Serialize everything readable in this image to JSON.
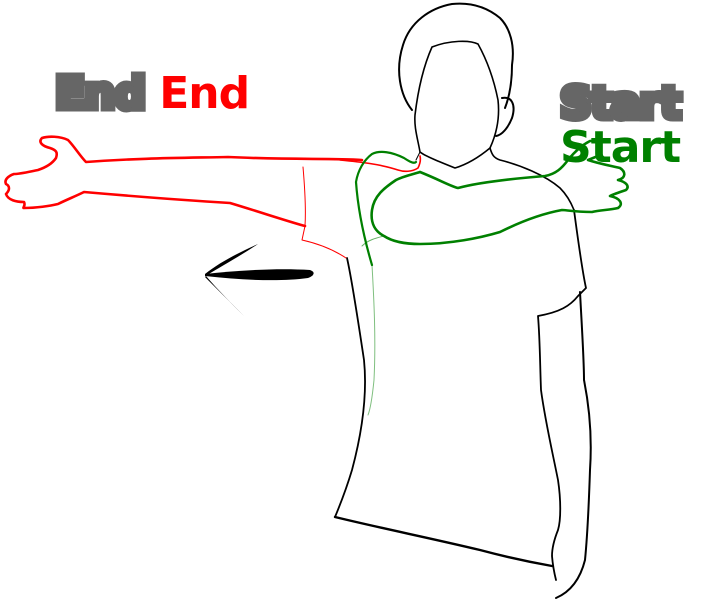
{
  "labels": {
    "end": {
      "text": "End",
      "color": "#ff0000",
      "outline": "#666666"
    },
    "start": {
      "text": "Start",
      "color": "#008000",
      "outline": "#666666"
    }
  },
  "figure": {
    "description": "Line-art figure performing horizontal shoulder abduction: arm moves from Start (green, forward across body) to End (red, extended out to side)",
    "colors": {
      "body_outline": "#000000",
      "start_arm": "#008000",
      "end_arm": "#ff0000",
      "arrow": "#000000"
    },
    "arrow": {
      "direction": "left",
      "icon": "arrow-left-icon"
    }
  }
}
